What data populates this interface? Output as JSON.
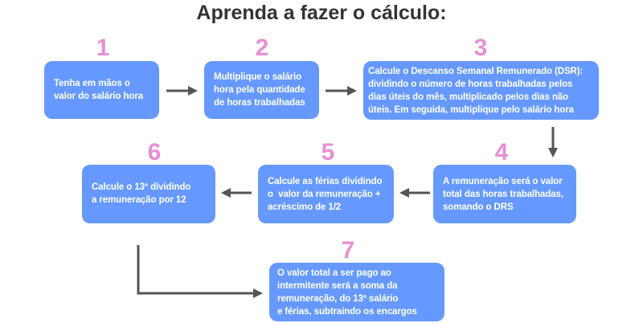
{
  "title": "Aprenda a fazer o cálculo:",
  "steps": [
    {
      "number": "1",
      "text": "Tenha em mãos o\nvalor do salário hora"
    },
    {
      "number": "2",
      "text": "Multiplique o salário\nhora pela quantidade\nde horas trabalhadas"
    },
    {
      "number": "3",
      "text": "Calcule o Descanso Semanal Remunerado (DSR):\ndividindo o número de horas trabalhadas pelos\ndias úteis do mês, multiplicado pelos dias não\núteis. Em seguida, multiplique pelo salário hora"
    },
    {
      "number": "4",
      "text": "A remuneração será o valor\ntotal das horas trabalhadas,\nsomando o DRS"
    },
    {
      "number": "5",
      "text": "Calcule as férias dividindo\no  valor da remuneração +\nacréscimo de 1/2"
    },
    {
      "number": "6",
      "text": "Calcule o 13º dividindo\na remuneração por 12"
    },
    {
      "number": "7",
      "text": "O valor total a ser pago ao\nintermitente será a soma da\nremuneração, do 13º salário\ne férias, subtraindo os encargos"
    }
  ],
  "colors": {
    "box": "#6699ff",
    "number": "#e68fd4",
    "arrow": "#555555",
    "title": "#333333"
  }
}
